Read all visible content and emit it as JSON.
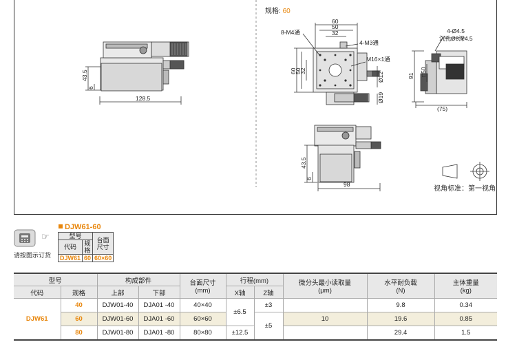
{
  "spec": {
    "label": "规格: ",
    "value": "60"
  },
  "dimensions": {
    "top_width": "128.5",
    "left_h1": "43.5",
    "left_h2": "6",
    "plan_60": "60",
    "plan_50": "50",
    "plan_32": "32",
    "plan_v60": "60",
    "plan_v50": "50",
    "plan_v32": "32",
    "hole_m4": "8-M4通",
    "hole_m3": "4-M3通",
    "hole_m16": "M16×1通",
    "d12": "Ø12",
    "d19": "Ø19",
    "side_hole": "4-Ø4.5",
    "side_counter": "沉孔Ø8深4.5",
    "side_h": "91",
    "side_sq": "□50",
    "side_w": "(75)",
    "front_h1": "43.5",
    "front_h2": "6",
    "front_w": "98"
  },
  "view_standard": "视角标准：第一视角",
  "order": {
    "caption": "请按图示订货",
    "model_title": "DJW61-60",
    "headers": {
      "model": "型号",
      "code": "代码",
      "spec": "规格",
      "size": "台面尺寸"
    },
    "row": {
      "code": "DJW61",
      "spec": "60",
      "size": "60×60"
    }
  },
  "table": {
    "headers": {
      "model": "型号",
      "parts": "构成部件",
      "size": "台面尺寸",
      "size_unit": "(mm)",
      "travel": "行程(mm)",
      "reading": "微分头最小读取量",
      "reading_unit": "(μm)",
      "load": "水平耐负载",
      "load_unit": "(N)",
      "weight": "主体重量",
      "weight_unit": "(kg)",
      "code": "代码",
      "spec": "规格",
      "upper": "上部",
      "lower": "下部",
      "x": "X轴",
      "z": "Z轴"
    },
    "code": "DJW61",
    "rows": [
      {
        "spec": "40",
        "upper": "DJW01-40",
        "lower": "DJA01 -40",
        "size": "40×40",
        "load": "9.8",
        "weight": "0.34"
      },
      {
        "spec": "60",
        "upper": "DJW01-60",
        "lower": "DJA01 -60",
        "size": "60×60",
        "load": "19.6",
        "weight": "0.85"
      },
      {
        "spec": "80",
        "upper": "DJW01-80",
        "lower": "DJA01 -80",
        "size": "80×80",
        "load": "29.4",
        "weight": "1.5"
      }
    ],
    "x_travel_a": "±6.5",
    "x_travel_b": "±12.5",
    "z_travel_a": "±3",
    "z_travel_b": "±5",
    "reading": "10"
  }
}
